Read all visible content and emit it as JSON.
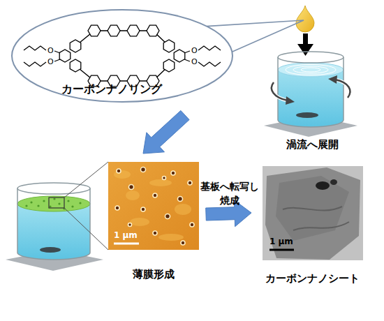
{
  "diagram": {
    "nodes": [
      {
        "text": [
          "カーボンナノリング"
        ]
      },
      {
        "text": [
          "渦流へ展開"
        ]
      },
      {
        "text": [
          "薄膜形成"
        ]
      },
      {
        "text": [
          "カーボンナノシート"
        ]
      }
    ],
    "edges": [
      {
        "from": 0,
        "to": 1,
        "arrow": "none"
      },
      {
        "from": 1,
        "to": 2,
        "arrow": "to"
      },
      {
        "from": 2,
        "to": 3,
        "label": "基板へ転写し 焼成",
        "arrow": "to"
      }
    ],
    "labels": [
      "O",
      "O",
      "O",
      "O",
      "1 μm",
      "1 μm"
    ]
  }
}
